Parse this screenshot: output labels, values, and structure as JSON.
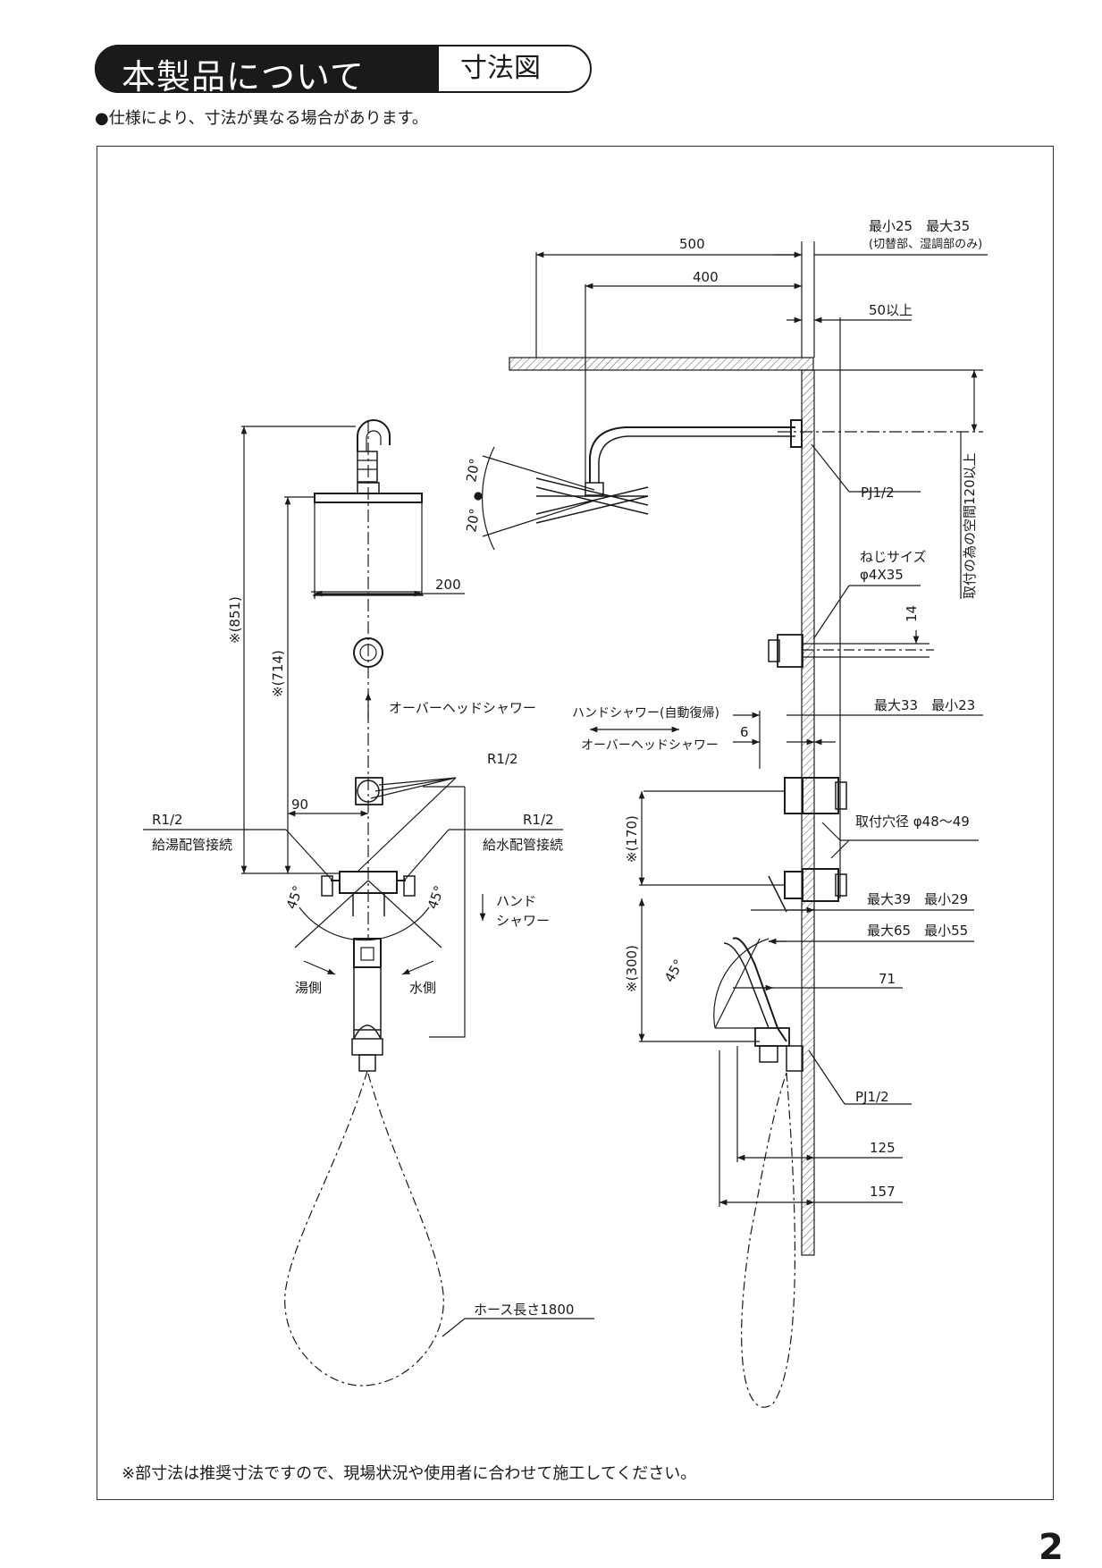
{
  "header": {
    "title": "本製品について",
    "tab": "寸法図"
  },
  "note": "●仕様により、寸法が異なる場合があります。",
  "footer_note": "※部寸法は推奨寸法ですので、現場状況や使用者に合わせて施工してください。",
  "page_number": "2",
  "front": {
    "dim_851": "※(851)",
    "dim_714": "※(714)",
    "dim_200": "200",
    "dim_90": "90",
    "overhead_label": "オーバーヘッドシャワー",
    "r12_top": "R1/2",
    "r12_left": "R1/2",
    "hot_connection": "給湯配管接続",
    "r12_right": "R1/2",
    "cold_connection": "給水配管接続",
    "angle_left": "45°",
    "angle_right": "45°",
    "hand_shower_1": "ハンド",
    "hand_shower_2": "シャワー",
    "hot_side": "湯側",
    "cold_side": "水側",
    "hose_length": "ホース長さ1800"
  },
  "side": {
    "dim_500": "500",
    "dim_400": "400",
    "clearance_1": "最小25　最大35",
    "clearance_2": "(切替部、湿調部のみ)",
    "dim_50": "50以上",
    "angle_up": "20°",
    "angle_down": "20°",
    "pj_top": "PJ1/2",
    "screw_label": "ねじサイズ",
    "screw_size": "φ4X35",
    "mount_space": "取付の為の空間120以上",
    "dim_14": "14",
    "switch_1": "ハンドシャワー(自動復帰)",
    "switch_2": "オーバーヘッドシャワー",
    "dim_33_23": "最大33　最小23",
    "dim_6": "6",
    "dim_170": "※(170)",
    "hole": "取付穴径 φ48〜49",
    "dim_39_29": "最大39　最小29",
    "dim_65_55": "最大65　最小55",
    "dim_300": "※(300)",
    "angle_hand": "45°",
    "dim_71": "71",
    "pj_bottom": "PJ1/2",
    "dim_125": "125",
    "dim_157": "157"
  }
}
